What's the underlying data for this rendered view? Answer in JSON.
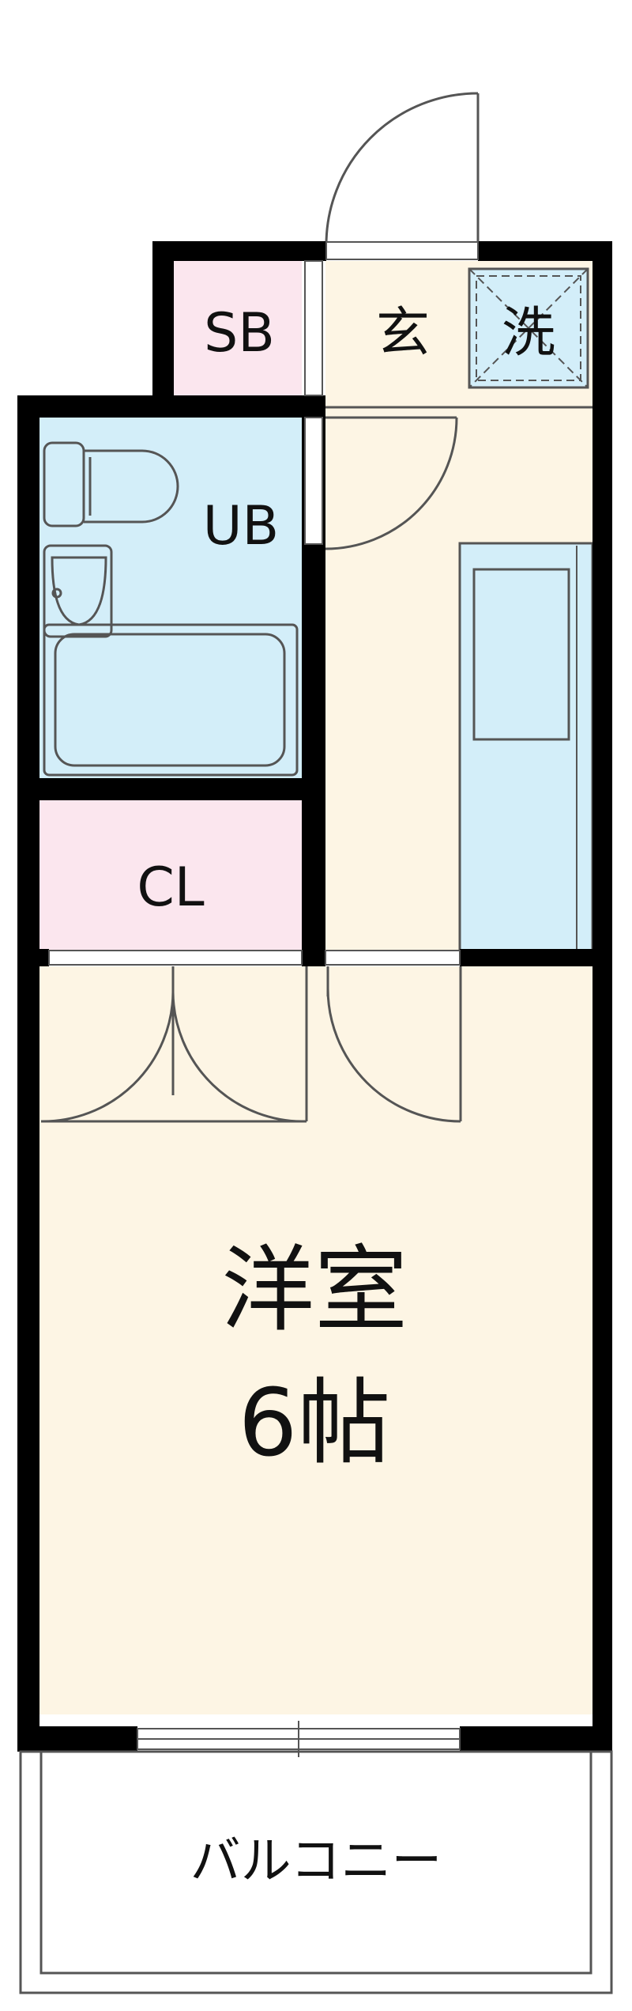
{
  "floor_plan": {
    "rooms": {
      "shoebox": "SB",
      "entrance": "玄",
      "laundry": "洗",
      "unit_bath": "UB",
      "closet": "CL",
      "western_room_name": "洋室",
      "western_room_size": "6帖",
      "balcony": "バルコニー"
    },
    "colors": {
      "wall": "#000000",
      "floor": "#fdf5e4",
      "wet_area": "#d3eef9",
      "storage": "#fbe6ee",
      "outline": "#555555"
    }
  }
}
